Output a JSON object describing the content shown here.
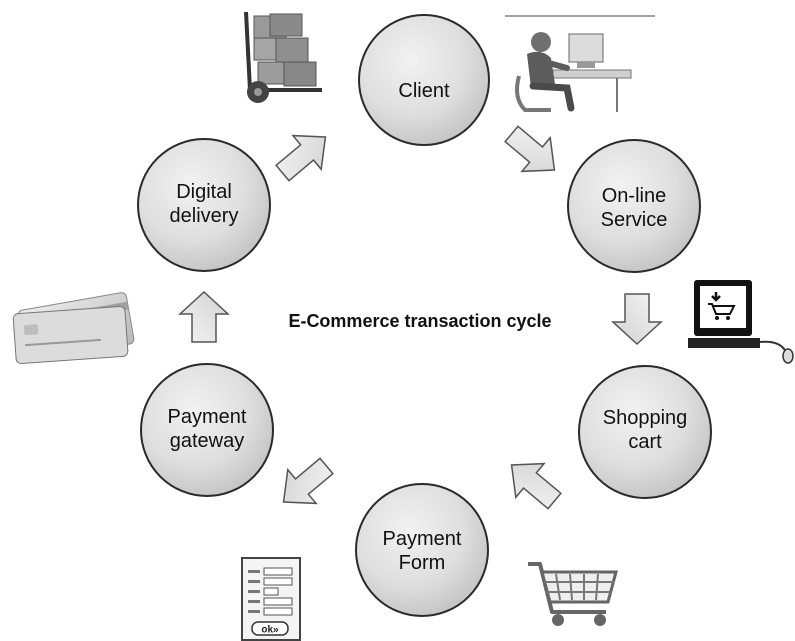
{
  "title": "E-Commerce transaction cycle",
  "nodes": {
    "client": {
      "lines": [
        "Client"
      ]
    },
    "online_service": {
      "lines": [
        "On-line",
        "Service"
      ]
    },
    "shopping_cart": {
      "lines": [
        "Shopping",
        "cart"
      ]
    },
    "payment_form": {
      "lines": [
        "Payment",
        "Form"
      ]
    },
    "payment_gateway": {
      "lines": [
        "Payment",
        "gateway"
      ]
    },
    "digital_delivery": {
      "lines": [
        "Digital",
        "delivery"
      ]
    }
  },
  "form_button": {
    "label": "ok»"
  },
  "icons": {
    "client": "person-at-computer-icon",
    "online_service": "computer-monitor-cart-icon",
    "shopping_cart": "shopping-cart-icon",
    "payment_form": "payment-form-icon",
    "payment_gateway": "credit-cards-icon",
    "digital_delivery": "hand-truck-boxes-icon"
  },
  "colors": {
    "circle_fill": "#d9d9d9",
    "circle_stroke": "#2a2a2a",
    "arrow_fill": "#e6e6e6",
    "arrow_stroke": "#555555",
    "text": "#111111"
  }
}
